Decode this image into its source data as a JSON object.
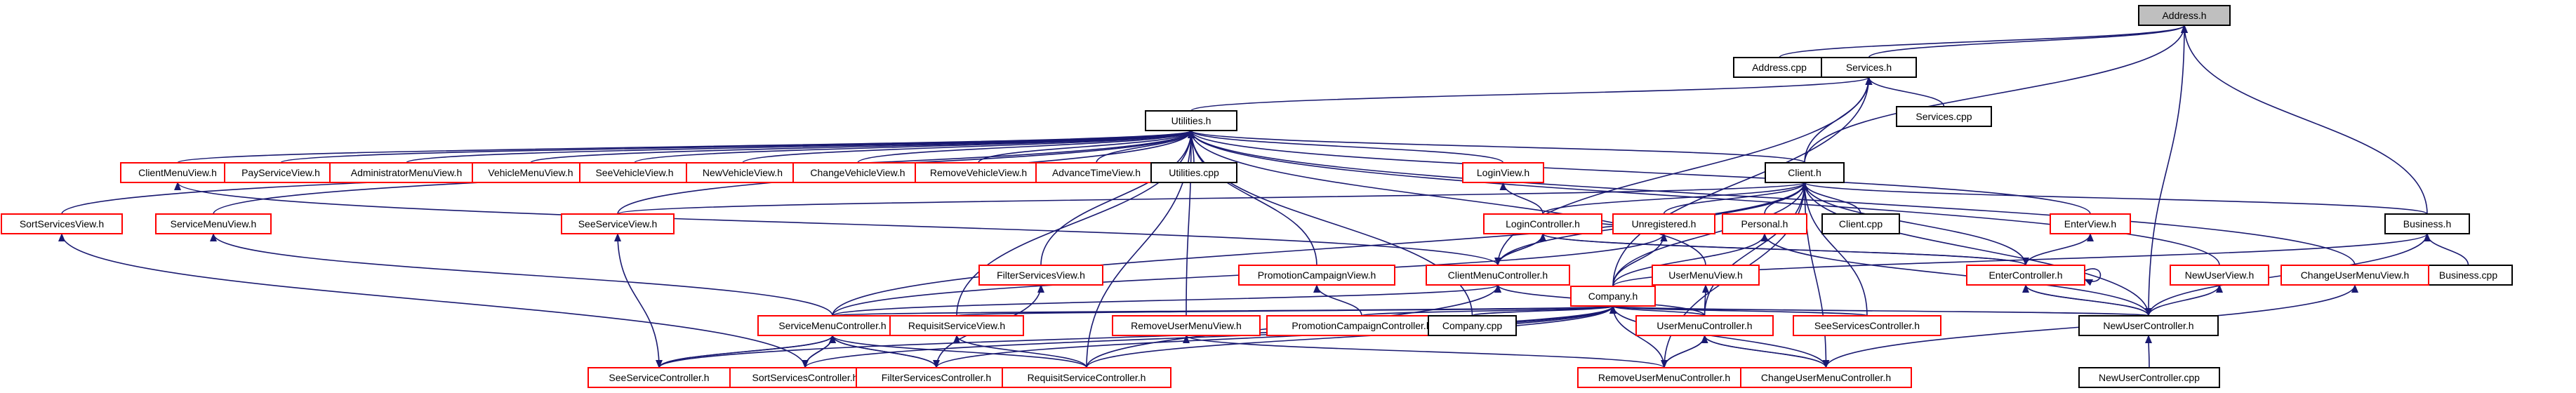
{
  "colors": {
    "focus_fill": "#bfbfbf",
    "focus_border": "#000000",
    "normal_fill": "#ffffff",
    "normal_border": "#000000",
    "undocumented_border": "#ff0000",
    "edge": "#191970",
    "text": "#000000"
  },
  "nodes": [
    {
      "id": "address_h",
      "label": "Address.h",
      "style": "focus"
    },
    {
      "id": "address_cpp",
      "label": "Address.cpp",
      "style": "normal"
    },
    {
      "id": "services_h",
      "label": "Services.h",
      "style": "normal"
    },
    {
      "id": "services_cpp",
      "label": "Services.cpp",
      "style": "normal"
    },
    {
      "id": "utilities_h",
      "label": "Utilities.h",
      "style": "normal"
    },
    {
      "id": "clientmenuview_h",
      "label": "ClientMenuView.h",
      "style": "undocumented"
    },
    {
      "id": "payserviceview_h",
      "label": "PayServiceView.h",
      "style": "undocumented"
    },
    {
      "id": "adminmenuview_h",
      "label": "AdministratorMenuView.h",
      "style": "undocumented"
    },
    {
      "id": "vehiclemenuview_h",
      "label": "VehicleMenuView.h",
      "style": "undocumented"
    },
    {
      "id": "seevehicleview_h",
      "label": "SeeVehicleView.h",
      "style": "undocumented"
    },
    {
      "id": "newvehicleview_h",
      "label": "NewVehicleView.h",
      "style": "undocumented"
    },
    {
      "id": "changevehicleview_h",
      "label": "ChangeVehicleView.h",
      "style": "undocumented"
    },
    {
      "id": "removevehicleview_h",
      "label": "RemoveVehicleView.h",
      "style": "undocumented"
    },
    {
      "id": "advancetimeview_h",
      "label": "AdvanceTimeView.h",
      "style": "undocumented"
    },
    {
      "id": "utilities_cpp",
      "label": "Utilities.cpp",
      "style": "normal"
    },
    {
      "id": "loginview_h",
      "label": "LoginView.h",
      "style": "undocumented"
    },
    {
      "id": "client_h",
      "label": "Client.h",
      "style": "normal"
    },
    {
      "id": "sortservicesview_h",
      "label": "SortServicesView.h",
      "style": "undocumented"
    },
    {
      "id": "servicemenuview_h",
      "label": "ServiceMenuView.h",
      "style": "undocumented"
    },
    {
      "id": "seeserviceview_h",
      "label": "SeeServiceView.h",
      "style": "undocumented"
    },
    {
      "id": "logincontroller_h",
      "label": "LoginController.h",
      "style": "undocumented"
    },
    {
      "id": "unregistered_h",
      "label": "Unregistered.h",
      "style": "undocumented"
    },
    {
      "id": "personal_h",
      "label": "Personal.h",
      "style": "undocumented"
    },
    {
      "id": "client_cpp",
      "label": "Client.cpp",
      "style": "normal"
    },
    {
      "id": "enterview_h",
      "label": "EnterView.h",
      "style": "undocumented"
    },
    {
      "id": "business_h",
      "label": "Business.h",
      "style": "normal"
    },
    {
      "id": "business_cpp",
      "label": "Business.cpp",
      "style": "normal"
    },
    {
      "id": "filterservicesview_h",
      "label": "FilterServicesView.h",
      "style": "undocumented"
    },
    {
      "id": "promotioncampaignview_h",
      "label": "PromotionCampaignView.h",
      "style": "undocumented"
    },
    {
      "id": "clientmenucontroller_h",
      "label": "ClientMenuController.h",
      "style": "undocumented"
    },
    {
      "id": "company_h",
      "label": "Company.h",
      "style": "undocumented"
    },
    {
      "id": "usermenuview_h",
      "label": "UserMenuView.h",
      "style": "undocumented"
    },
    {
      "id": "entercontroller_h",
      "label": "EnterController.h",
      "style": "undocumented"
    },
    {
      "id": "newuserview_h",
      "label": "NewUserView.h",
      "style": "undocumented"
    },
    {
      "id": "changeusermenuview_h",
      "label": "ChangeUserMenuView.h",
      "style": "undocumented"
    },
    {
      "id": "servicemenucontroller_h",
      "label": "ServiceMenuController.h",
      "style": "undocumented"
    },
    {
      "id": "requisitserviceview_h",
      "label": "RequisitServiceView.h",
      "style": "undocumented"
    },
    {
      "id": "removeusermenuview_h",
      "label": "RemoveUserMenuView.h",
      "style": "undocumented"
    },
    {
      "id": "promotioncampaigncontroller_h",
      "label": "PromotionCampaignController.h",
      "style": "undocumented"
    },
    {
      "id": "company_cpp",
      "label": "Company.cpp",
      "style": "normal"
    },
    {
      "id": "usermenucontroller_h",
      "label": "UserMenuController.h",
      "style": "undocumented"
    },
    {
      "id": "seeservicescontroller_h",
      "label": "SeeServicesController.h",
      "style": "undocumented"
    },
    {
      "id": "newusercontroller_h",
      "label": "NewUserController.h",
      "style": "normal"
    },
    {
      "id": "seeservicecontroller_h",
      "label": "SeeServiceController.h",
      "style": "undocumented"
    },
    {
      "id": "sortservicescontroller_h",
      "label": "SortServicesController.h",
      "style": "undocumented"
    },
    {
      "id": "filterservicescontroller_h",
      "label": "FilterServicesController.h",
      "style": "undocumented"
    },
    {
      "id": "requisitservicecontroller_h",
      "label": "RequisitServiceController.h",
      "style": "undocumented"
    },
    {
      "id": "removeusermenucontroller_h",
      "label": "RemoveUserMenuController.h",
      "style": "undocumented"
    },
    {
      "id": "changeusermenucontroller_h",
      "label": "ChangeUserMenuController.h",
      "style": "undocumented"
    },
    {
      "id": "newusercontroller_cpp",
      "label": "NewUserController.cpp",
      "style": "normal"
    }
  ],
  "edges": [
    [
      "address_h",
      "address_cpp"
    ],
    [
      "address_h",
      "services_h"
    ],
    [
      "address_h",
      "client_h"
    ],
    [
      "address_h",
      "business_h"
    ],
    [
      "address_h",
      "newusercontroller_h"
    ],
    [
      "services_h",
      "services_cpp"
    ],
    [
      "services_h",
      "utilities_h"
    ],
    [
      "services_h",
      "client_h"
    ],
    [
      "services_h",
      "clientmenucontroller_h"
    ],
    [
      "services_h",
      "company_h"
    ],
    [
      "utilities_h",
      "clientmenuview_h"
    ],
    [
      "utilities_h",
      "payserviceview_h"
    ],
    [
      "utilities_h",
      "adminmenuview_h"
    ],
    [
      "utilities_h",
      "vehiclemenuview_h"
    ],
    [
      "utilities_h",
      "seevehicleview_h"
    ],
    [
      "utilities_h",
      "newvehicleview_h"
    ],
    [
      "utilities_h",
      "changevehicleview_h"
    ],
    [
      "utilities_h",
      "removevehicleview_h"
    ],
    [
      "utilities_h",
      "advancetimeview_h"
    ],
    [
      "utilities_h",
      "utilities_cpp"
    ],
    [
      "utilities_h",
      "loginview_h"
    ],
    [
      "utilities_h",
      "client_h"
    ],
    [
      "utilities_h",
      "sortservicesview_h"
    ],
    [
      "utilities_h",
      "servicemenuview_h"
    ],
    [
      "utilities_h",
      "seeserviceview_h"
    ],
    [
      "utilities_h",
      "filterservicesview_h"
    ],
    [
      "utilities_h",
      "promotioncampaignview_h"
    ],
    [
      "utilities_h",
      "company_cpp"
    ],
    [
      "utilities_h",
      "removeusermenuview_h"
    ],
    [
      "utilities_h",
      "usermenuview_h"
    ],
    [
      "utilities_h",
      "requisitserviceview_h"
    ],
    [
      "utilities_h",
      "changeusermenuview_h"
    ],
    [
      "utilities_h",
      "newuserview_h"
    ],
    [
      "utilities_h",
      "enterview_h"
    ],
    [
      "utilities_h",
      "requisitservicecontroller_h"
    ],
    [
      "clientmenuview_h",
      "clientmenucontroller_h"
    ],
    [
      "loginview_h",
      "logincontroller_h"
    ],
    [
      "client_h",
      "seeserviceview_h"
    ],
    [
      "client_h",
      "logincontroller_h"
    ],
    [
      "client_h",
      "unregistered_h"
    ],
    [
      "client_h",
      "personal_h"
    ],
    [
      "client_h",
      "client_cpp"
    ],
    [
      "client_h",
      "business_h"
    ],
    [
      "client_h",
      "clientmenucontroller_h"
    ],
    [
      "client_h",
      "company_h"
    ],
    [
      "client_h",
      "entercontroller_h"
    ],
    [
      "client_h",
      "usermenucontroller_h"
    ],
    [
      "client_h",
      "seeservicescontroller_h"
    ],
    [
      "client_h",
      "newusercontroller_h"
    ],
    [
      "client_h",
      "changeusermenucontroller_h"
    ],
    [
      "client_h",
      "servicemenucontroller_h"
    ],
    [
      "client_h",
      "removeusermenucontroller_h"
    ],
    [
      "sortservicesview_h",
      "sortservicescontroller_h"
    ],
    [
      "servicemenuview_h",
      "servicemenucontroller_h"
    ],
    [
      "seeserviceview_h",
      "seeservicecontroller_h"
    ],
    [
      "logincontroller_h",
      "clientmenucontroller_h"
    ],
    [
      "logincontroller_h",
      "entercontroller_h"
    ],
    [
      "unregistered_h",
      "logincontroller_h"
    ],
    [
      "unregistered_h",
      "company_h"
    ],
    [
      "unregistered_h",
      "servicemenucontroller_h"
    ],
    [
      "personal_h",
      "company_h"
    ],
    [
      "personal_h",
      "newusercontroller_h"
    ],
    [
      "enterview_h",
      "entercontroller_h"
    ],
    [
      "business_h",
      "business_cpp"
    ],
    [
      "business_h",
      "company_h"
    ],
    [
      "business_h",
      "newusercontroller_h"
    ],
    [
      "filterservicesview_h",
      "filterservicescontroller_h"
    ],
    [
      "promotioncampaignview_h",
      "promotioncampaigncontroller_h"
    ],
    [
      "clientmenucontroller_h",
      "logincontroller_h"
    ],
    [
      "clientmenucontroller_h",
      "usermenucontroller_h"
    ],
    [
      "clientmenucontroller_h",
      "servicemenucontroller_h"
    ],
    [
      "clientmenucontroller_h",
      "requisitservicecontroller_h"
    ],
    [
      "company_h",
      "servicemenucontroller_h"
    ],
    [
      "company_h",
      "requisitserviceview_h"
    ],
    [
      "company_h",
      "promotioncampaigncontroller_h"
    ],
    [
      "company_h",
      "company_cpp"
    ],
    [
      "company_h",
      "usermenucontroller_h"
    ],
    [
      "company_h",
      "seeservicescontroller_h"
    ],
    [
      "company_h",
      "newusercontroller_h"
    ],
    [
      "company_h",
      "seeservicecontroller_h"
    ],
    [
      "company_h",
      "sortservicescontroller_h"
    ],
    [
      "company_h",
      "filterservicescontroller_h"
    ],
    [
      "company_h",
      "requisitservicecontroller_h"
    ],
    [
      "company_h",
      "removeusermenucontroller_h"
    ],
    [
      "company_h",
      "changeusermenucontroller_h"
    ],
    [
      "usermenuview_h",
      "usermenucontroller_h"
    ],
    [
      "entercontroller_h",
      "newusercontroller_h"
    ],
    [
      "entercontroller_h",
      "logincontroller_h"
    ],
    [
      "newuserview_h",
      "newusercontroller_h"
    ],
    [
      "changeusermenuview_h",
      "changeusermenucontroller_h"
    ],
    [
      "servicemenucontroller_h",
      "seeservicecontroller_h"
    ],
    [
      "servicemenucontroller_h",
      "sortservicescontroller_h"
    ],
    [
      "servicemenucontroller_h",
      "filterservicescontroller_h"
    ],
    [
      "servicemenucontroller_h",
      "requisitservicecontroller_h"
    ],
    [
      "requisitserviceview_h",
      "requisitservicecontroller_h"
    ],
    [
      "removeusermenuview_h",
      "removeusermenucontroller_h"
    ],
    [
      "usermenucontroller_h",
      "removeusermenucontroller_h"
    ],
    [
      "usermenucontroller_h",
      "changeusermenucontroller_h"
    ],
    [
      "newusercontroller_h",
      "newusercontroller_cpp"
    ],
    [
      "newusercontroller_h",
      "entercontroller_h"
    ],
    [
      "seeservicecontroller_h",
      "servicemenucontroller_h"
    ],
    [
      "sortservicescontroller_h",
      "servicemenucontroller_h"
    ],
    [
      "filterservicescontroller_h",
      "servicemenucontroller_h"
    ],
    [
      "removeusermenucontroller_h",
      "usermenucontroller_h"
    ],
    [
      "changeusermenucontroller_h",
      "usermenucontroller_h"
    ],
    [
      "entercontroller_h",
      "entercontroller_h"
    ]
  ]
}
